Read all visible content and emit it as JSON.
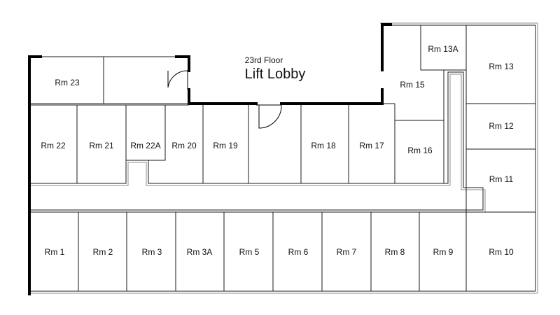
{
  "floor": {
    "floor_label": "23rd Floor",
    "lobby_label": "Lift Lobby"
  },
  "rooms": {
    "rm23": "Rm 23",
    "rm22": "Rm 22",
    "rm21": "Rm 21",
    "rm22a": "Rm 22A",
    "rm20": "Rm 20",
    "rm19": "Rm 19",
    "rm18": "Rm 18",
    "rm17": "Rm 17",
    "rm16": "Rm 16",
    "rm15": "Rm 15",
    "rm13a": "Rm 13A",
    "rm13": "Rm 13",
    "rm12": "Rm 12",
    "rm11": "Rm 11",
    "rm1": "Rm 1",
    "rm2": "Rm 2",
    "rm3": "Rm 3",
    "rm3a": "Rm 3A",
    "rm5": "Rm 5",
    "rm6": "Rm 6",
    "rm7": "Rm 7",
    "rm8": "Rm 8",
    "rm9": "Rm 9",
    "rm10": "Rm 10"
  }
}
